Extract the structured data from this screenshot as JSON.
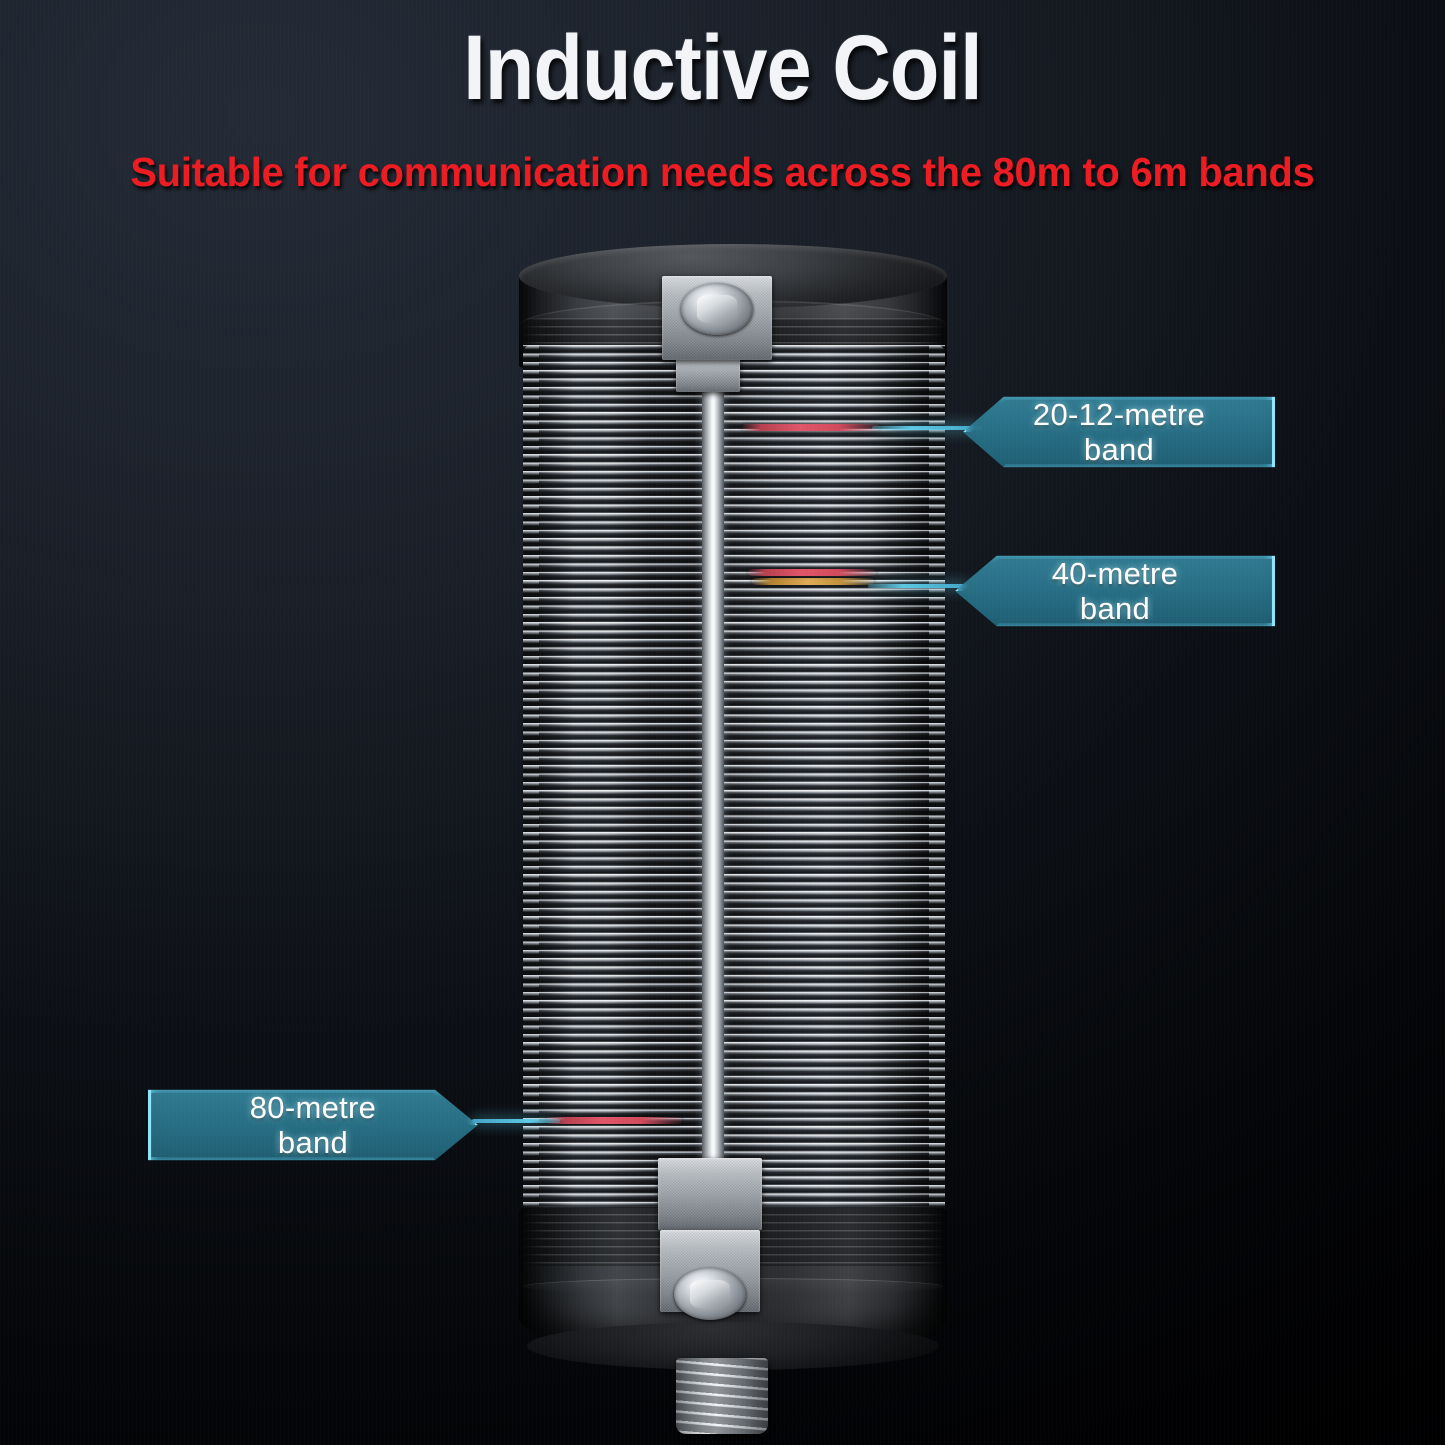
{
  "header": {
    "title": "Inductive Coil",
    "subtitle": "Suitable for communication needs across the 80m to 6m bands",
    "title_color": "#f2f4f8",
    "subtitle_color": "#ed1b22"
  },
  "background": {
    "top_left_color": "#1e242e",
    "bottom_right_color": "#000000"
  },
  "product": {
    "name": "inductive-coil",
    "parts": {
      "top_cap": "black-end-cap",
      "top_terminal": "hex-bolt-terminal",
      "center_rod": "threaded-center-rod",
      "windings": "silver-coil-windings",
      "bottom_cap": "black-base-cap",
      "bottom_terminal": "hex-bolt-clamp",
      "bottom_stud": "threaded-mounting-stud"
    }
  },
  "callouts": [
    {
      "id": "callout-20-12-metre",
      "line1": "20-12-metre",
      "line2": "band",
      "direction": "point-left",
      "marker_color": "#e05668"
    },
    {
      "id": "callout-40-metre",
      "line1": "40-metre",
      "line2": "band",
      "direction": "point-left",
      "marker_color": "#e0ad55"
    },
    {
      "id": "callout-80-metre",
      "line1": "80-metre",
      "line2": "band",
      "direction": "point-right",
      "marker_color": "#e05668"
    }
  ],
  "theme": {
    "callout_fill": "#2f7d96",
    "callout_border": "#96ebff",
    "callout_text": "#ffffff"
  }
}
